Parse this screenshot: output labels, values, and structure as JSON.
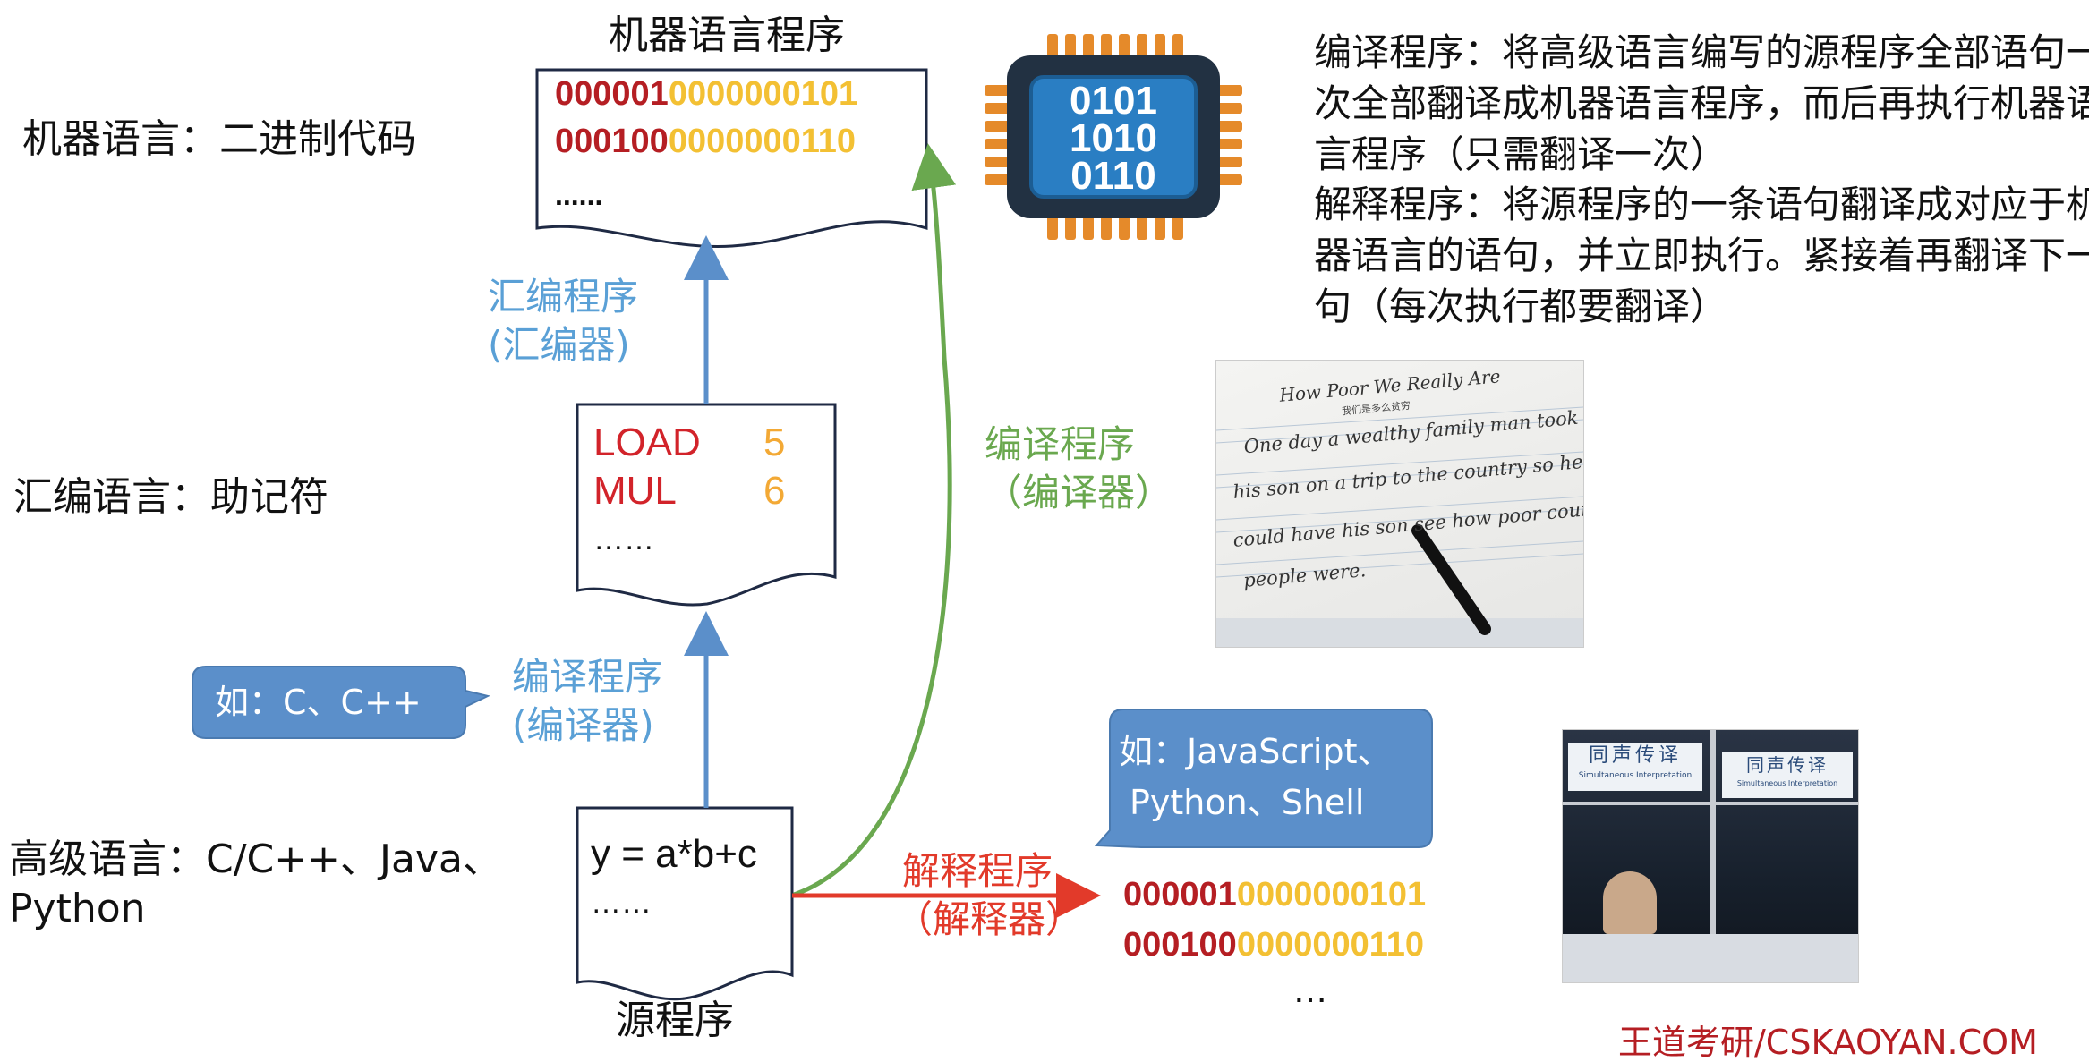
{
  "machine_doc": {
    "title": "机器语言程序",
    "line1_red": "000001",
    "line1_yellow": "0000000101",
    "line2_red": "000100",
    "line2_yellow": "0000000110",
    "ellipsis": "......"
  },
  "levels": {
    "machine": "机器语言：二进制代码",
    "assembly": "汇编语言：助记符",
    "high_line1": "高级语言：C/C++、Java、",
    "high_line2": "Python"
  },
  "assembler": {
    "line1": "汇编程序",
    "line2": "(汇编器)"
  },
  "asm_doc": {
    "row1_op": "LOAD",
    "row1_val": "5",
    "row2_op": "MUL",
    "row2_val": "6",
    "ellipsis": "……"
  },
  "compile_left": {
    "line1": "编译程序",
    "line2": "(编译器)"
  },
  "compile_right": {
    "line1": "编译程序",
    "line2": "（编译器）"
  },
  "callout_c": "如：C、C++",
  "callout_js": {
    "line1": "如：JavaScript、",
    "line2": "Python、Shell"
  },
  "source_doc": {
    "code": "y = a*b+c",
    "ellipsis": "……",
    "caption": "源程序"
  },
  "interpreter": {
    "line1": "解释程序",
    "line2": "（解释器）"
  },
  "interp_output": {
    "line1_red": "000001",
    "line1_yellow": "0000000101",
    "line2_red": "000100",
    "line2_yellow": "0000000110",
    "ellipsis": "…"
  },
  "chip": {
    "line1": "0101",
    "line2": "1010",
    "line3": "0110"
  },
  "definitions": {
    "compile": "编译程序：将高级语言编写的源程序全部语句一次全部翻译成机器语言程序，而后再执行机器语言程序（只需翻译一次）",
    "interpret": "解释程序：将源程序的一条语句翻译成对应于机器语言的语句，并立即执行。紧接着再翻译下一句（每次执行都要翻译）"
  },
  "handwriting": {
    "title": "How Poor We Really Are",
    "subtitle": "我们是多么贫穷",
    "line1": "One day a wealthy family man took",
    "line2": "his son on a trip to the country so he",
    "line3": "could have his son see how poor country",
    "line4": "people were."
  },
  "booth": {
    "sign_cn": "同声传译",
    "sign_en": "Simultaneous Interpretation"
  },
  "watermark": "王道考研/CSKAOYAN.COM",
  "colors": {
    "binary_red": "#b51e23",
    "binary_yellow": "#f3c033",
    "blue_arrow": "#5b8fca",
    "blue_text": "#5aa0d6",
    "green": "#6aa84f",
    "red": "#e23a2a",
    "callout_fill": "#5b8fca",
    "chip_blue": "#2a7ec3",
    "chip_orange": "#e58a2a"
  }
}
